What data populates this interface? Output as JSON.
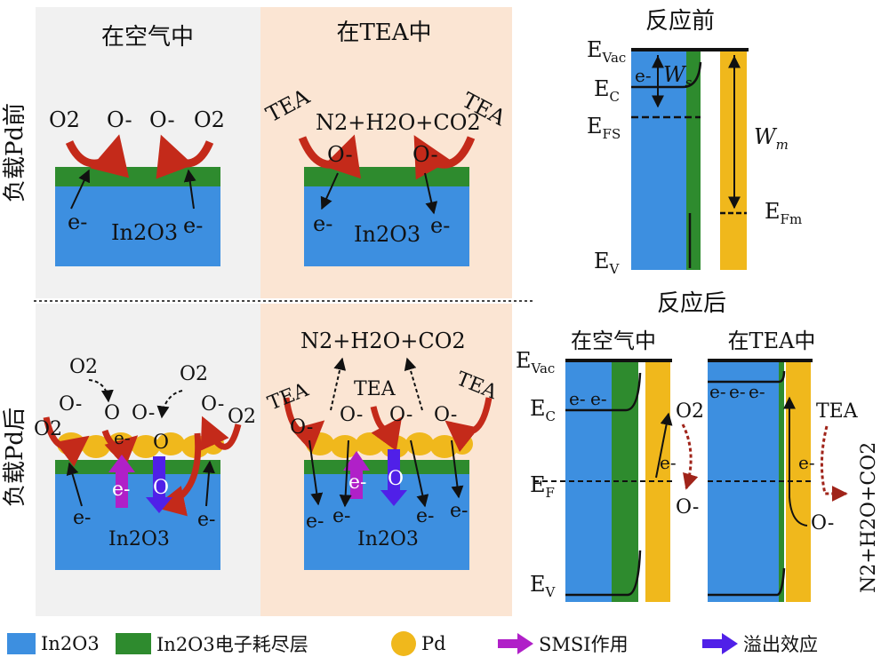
{
  "panels": {
    "air": "在空气中",
    "tea": "在TEA中",
    "before_pd": "负载Pd前",
    "after_pd": "负载Pd后"
  },
  "bands": {
    "before_title": "反应前",
    "after_title": "反应后",
    "after_air": "在空气中",
    "after_tea": "在TEA中",
    "E": "E",
    "sub_vac": "Vac",
    "sub_c": "C",
    "sub_fs": "FS",
    "sub_v": "V",
    "sub_fm": "Fm",
    "sub_f": "F",
    "W": "W",
    "sub_s": "s",
    "sub_m": "m"
  },
  "species": {
    "O2": "O2",
    "O_minus": "O-",
    "e_minus": "e-",
    "TEA": "TEA",
    "O": "O",
    "In2O3": "In2O3",
    "products": "N2+H2O+CO2"
  },
  "legend": [
    {
      "label": "In2O3",
      "color": "#3d8fe0"
    },
    {
      "label": "In2O3电子耗尽层",
      "color": "#2e8b2e"
    },
    {
      "label": "Pd",
      "color": "#f0b81c"
    },
    {
      "label": "SMSI作用",
      "color": "#b020c8"
    },
    {
      "label": "溢出效应",
      "color": "#5020e8"
    }
  ],
  "colors": {
    "in2o3": "#3d8fe0",
    "depletion": "#2e8b2e",
    "pd": "#f0b81c",
    "smsi": "#b020c8",
    "spillover": "#5020e8",
    "arrow_red": "#c42a1a",
    "bg_air": "#f1f1f1",
    "bg_tea": "#fbe5d3"
  }
}
